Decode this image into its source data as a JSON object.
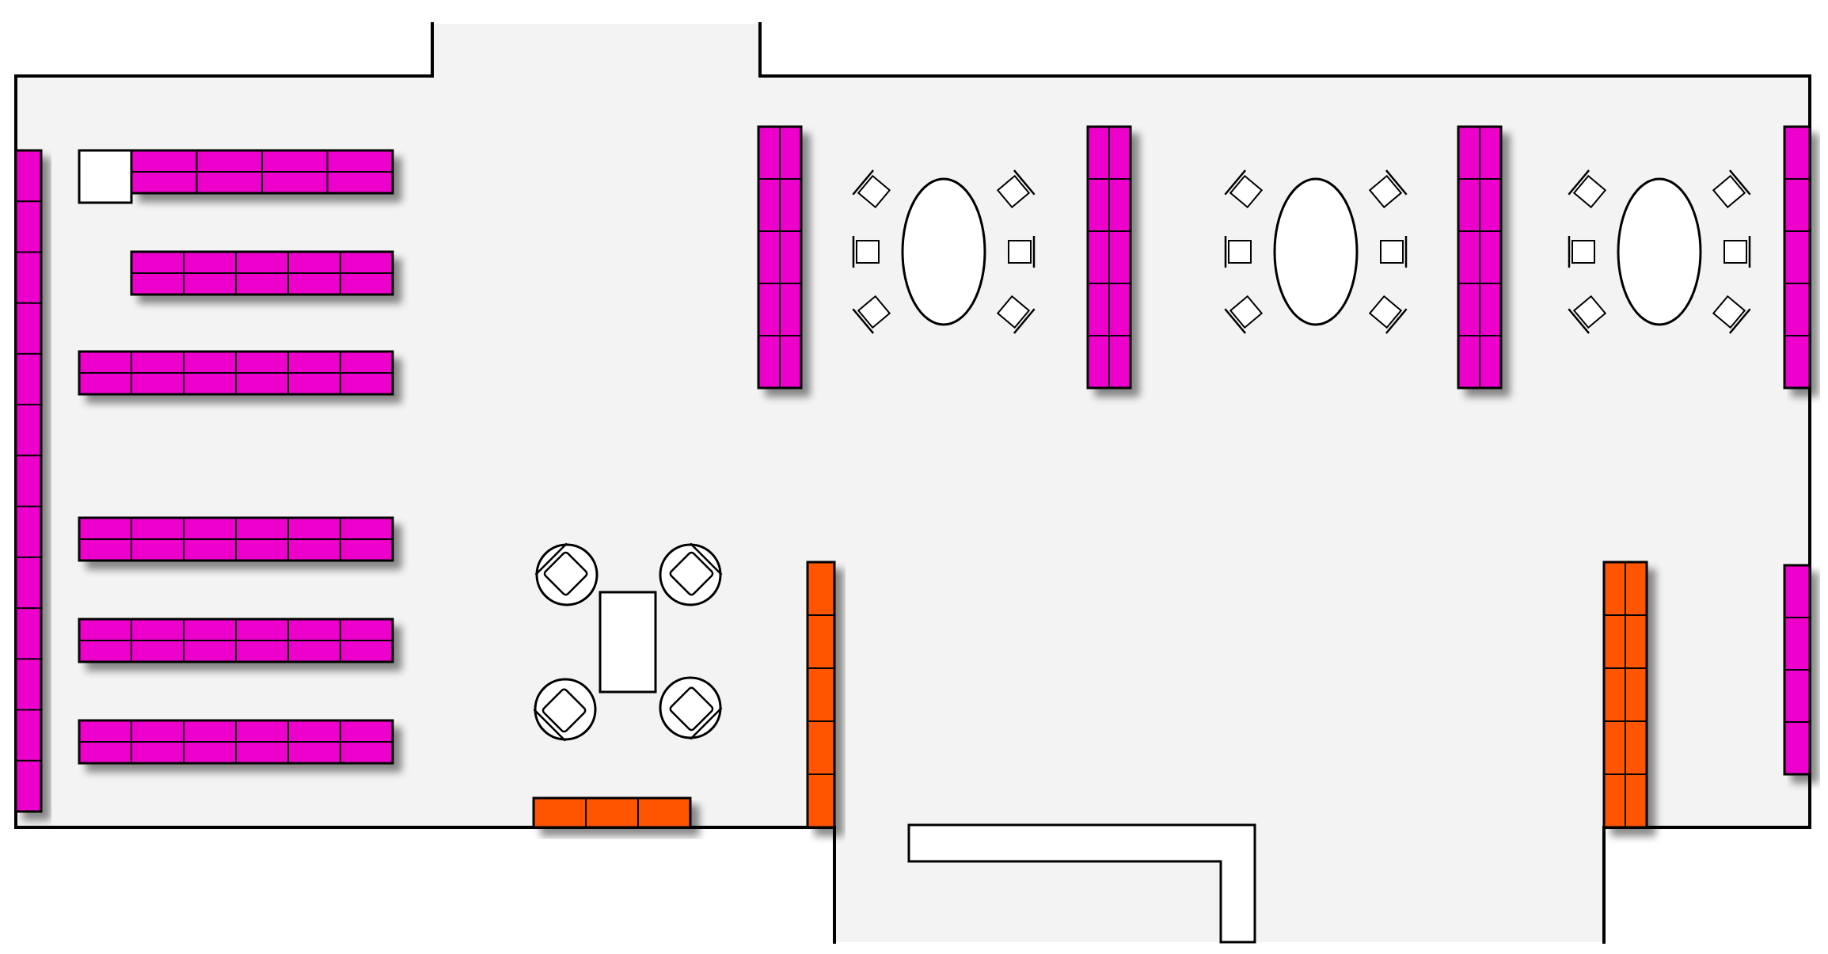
{
  "colors": {
    "background": "#ffffff",
    "floor": "#f3f3f3",
    "wall": "#000000",
    "shelf_magenta": "#ee00cc",
    "shelf_orange": "#ff5500",
    "furniture": "#ffffff",
    "shadow": "#000000"
  },
  "legend": {
    "shelf-magenta-icon": "magenta bookshelf unit",
    "shelf-orange-icon": "orange bookshelf unit",
    "oval-table-icon": "oval table with six chairs",
    "armchair-icon": "lounge armchair"
  }
}
